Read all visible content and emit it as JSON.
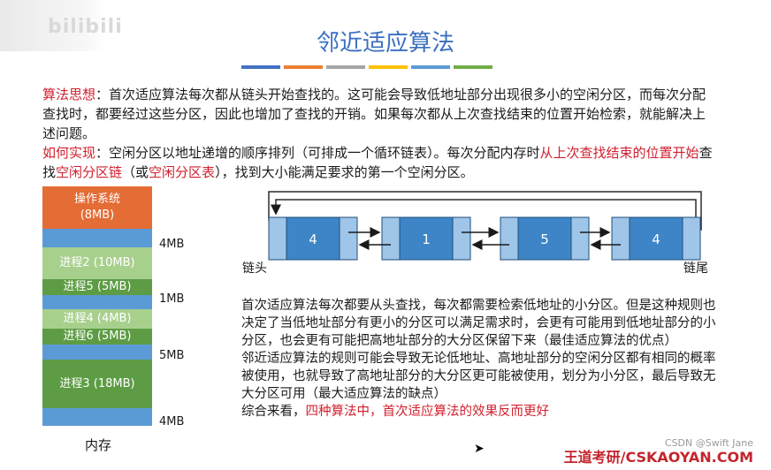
{
  "title": "邻近适应算法",
  "title_bar_colors": [
    "#4472c4",
    "#ed7d31",
    "#a5a5a5",
    "#ffc000",
    "#5b9bd5",
    "#70ad47"
  ],
  "idea": {
    "label": "算法思想",
    "sep": "：",
    "text": "首次适应算法每次都从链头开始查找的。这可能会导致低地址部分出现很多小的空闲分区，而每次分配查找时，都要经过这些分区，因此也增加了查找的开销。如果每次都从上次查找结束的位置开始检索，就能解决上述问题。"
  },
  "impl": {
    "label": "如何实现",
    "sep": "：",
    "t1": "空闲分区以地址递增的顺序排列（可排成一个循环链表）。每次分配内存时",
    "r1": "从上次查找结束的位置开始",
    "t2": "查找",
    "r2": "空闲分区链",
    "t3": "（或",
    "r3": "空闲分区表",
    "t4": "），找到大小能满足要求的第一个空闲分区。"
  },
  "memory": {
    "blocks": [
      {
        "label": "操作系统",
        "sub": "(8MB)",
        "color": "#e46c35",
        "side": ""
      },
      {
        "label": "",
        "sub": "",
        "color": "#5b9bd5",
        "side": "4MB"
      },
      {
        "label": "进程2 (10MB)",
        "sub": "",
        "color": "#a8d08d",
        "side": ""
      },
      {
        "label": "进程5 (5MB)",
        "sub": "",
        "color": "#5d9c44",
        "side": ""
      },
      {
        "label": "",
        "sub": "",
        "color": "#5b9bd5",
        "side": "1MB"
      },
      {
        "label": "进程4 (4MB)",
        "sub": "",
        "color": "#a8d08d",
        "side": ""
      },
      {
        "label": "进程6 (5MB)",
        "sub": "",
        "color": "#5d9c44",
        "side": ""
      },
      {
        "label": "",
        "sub": "",
        "color": "#5b9bd5",
        "side": "5MB"
      },
      {
        "label": "进程3 (18MB)",
        "sub": "",
        "color": "#5d9c44",
        "side": ""
      },
      {
        "label": "",
        "sub": "",
        "color": "#5b9bd5",
        "side": "4MB"
      }
    ],
    "caption": "内存"
  },
  "chain": {
    "nodes": [
      "4",
      "1",
      "5",
      "4"
    ],
    "head_label": "链头",
    "tail_label": "链尾"
  },
  "explain": {
    "p1": "首次适应算法每次都要从头查找，每次都需要检索低地址的小分区。但是这种规则也决定了当低地址部分有更小的分区可以满足需求时，会更有可能用到低地址部分的小分区，也会更有可能把高地址部分的大分区保留下来（最佳适应算法的优点）",
    "p2": "邻近适应算法的规则可能会导致无论低地址、高地址部分的空闲分区都有相同的概率被使用，也就导致了高地址部分的大分区更可能被使用，划分为小分区，最后导致无大分区可用（最大适应算法的缺点）",
    "p3a": "综合来看，",
    "p3b": "四种算法中，首次适应算法的效果反而更好"
  },
  "watermark": "CSDN @Swift Jane",
  "footer": "王道考研/CSKAOYAN.COM",
  "brand": "bilibili"
}
